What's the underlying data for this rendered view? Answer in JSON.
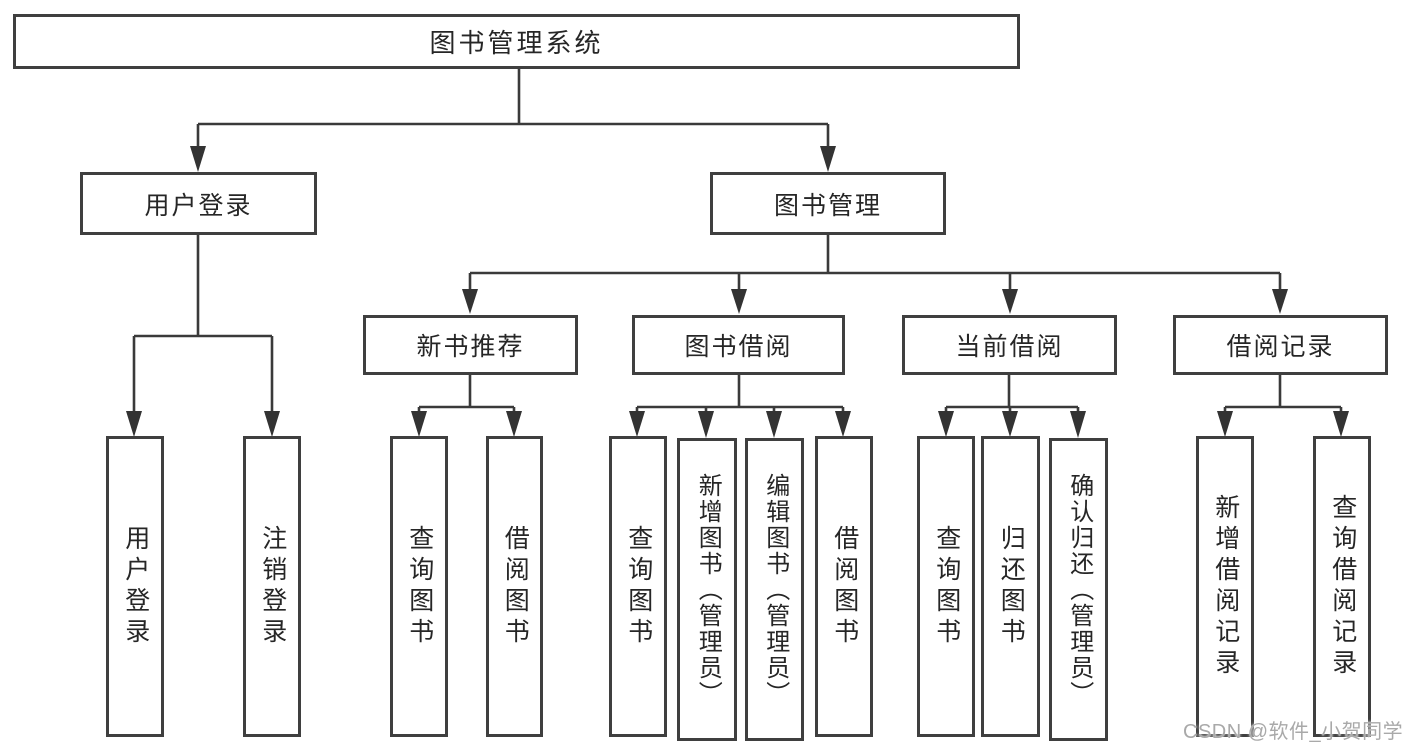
{
  "diagram_title": "图书管理系统",
  "colors": {
    "background": "#ffffff",
    "box_border": "#3f3f3f",
    "connector_line": "#3a3a3a",
    "text": "#262626",
    "watermark_text": "#a9a9a9"
  },
  "tree": {
    "root": {
      "label": "图书管理系统"
    },
    "level2": [
      {
        "id": "user-login",
        "label": "用户登录",
        "parent": "root"
      },
      {
        "id": "book-management",
        "label": "图书管理",
        "parent": "root"
      }
    ],
    "level3": [
      {
        "id": "new-book-recommend",
        "label": "新书推荐",
        "parent": "book-management"
      },
      {
        "id": "book-borrowing",
        "label": "图书借阅",
        "parent": "book-management"
      },
      {
        "id": "current-borrowing",
        "label": "当前借阅",
        "parent": "book-management"
      },
      {
        "id": "borrowing-records",
        "label": "借阅记录",
        "parent": "book-management"
      }
    ],
    "leaves": [
      {
        "label": "用户登录",
        "parent": "user-login"
      },
      {
        "label": "注销登录",
        "parent": "user-login"
      },
      {
        "label": "查询图书",
        "parent": "new-book-recommend"
      },
      {
        "label": "借阅图书",
        "parent": "new-book-recommend"
      },
      {
        "label": "查询图书",
        "parent": "book-borrowing"
      },
      {
        "label": "新增图书（管理员）",
        "parent": "book-borrowing"
      },
      {
        "label": "编辑图书（管理员）",
        "parent": "book-borrowing"
      },
      {
        "label": "借阅图书",
        "parent": "book-borrowing"
      },
      {
        "label": "查询图书",
        "parent": "current-borrowing"
      },
      {
        "label": "归还图书",
        "parent": "current-borrowing"
      },
      {
        "label": "确认归还（管理员）",
        "parent": "current-borrowing"
      },
      {
        "label": "新增借阅记录",
        "parent": "borrowing-records"
      },
      {
        "label": "查询借阅记录",
        "parent": "borrowing-records"
      }
    ]
  },
  "watermark": {
    "text": "CSDN @软件_小贺同学"
  }
}
